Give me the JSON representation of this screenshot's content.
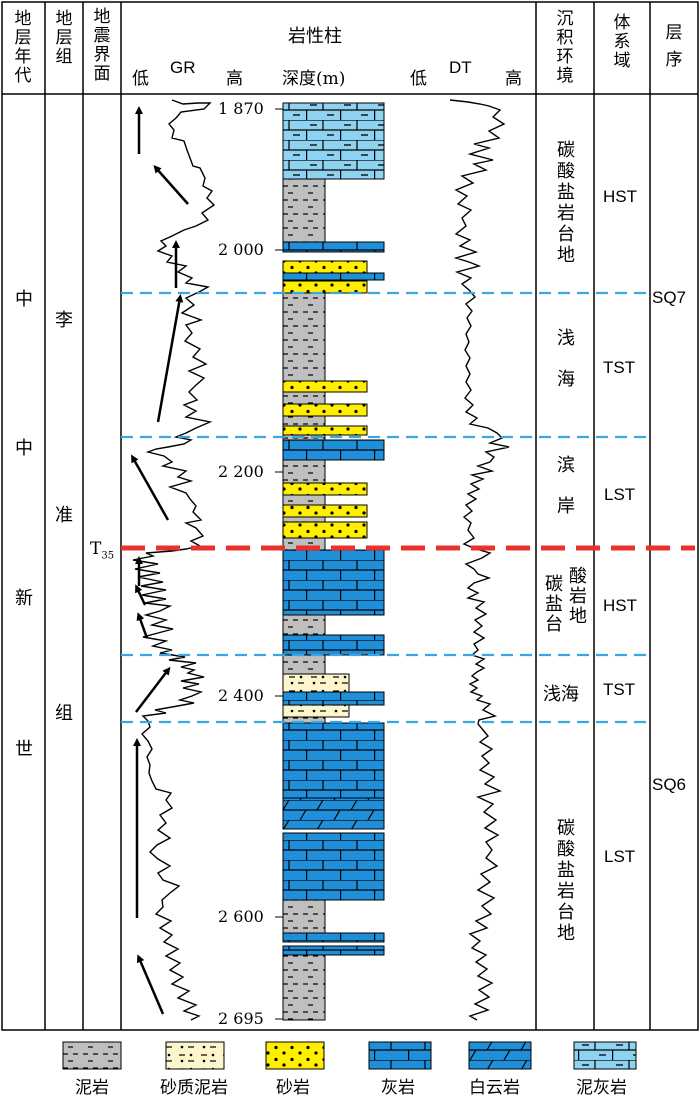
{
  "headers": {
    "era": [
      "地",
      "层",
      "年",
      "代"
    ],
    "formation": [
      "地",
      "层",
      "组"
    ],
    "seismic": [
      "地",
      "震",
      "界",
      "面"
    ],
    "lithology": "岩性柱",
    "gr": "GR",
    "gr_low": "低",
    "gr_high": "高",
    "depth": "深度(m)",
    "dt": "DT",
    "dt_low": "低",
    "dt_high": "高",
    "environment": [
      "沉",
      "积",
      "环",
      "境"
    ],
    "systems_tract": [
      "体",
      "系",
      "域"
    ],
    "sequence": [
      "层",
      "序"
    ]
  },
  "era_chars": [
    "中",
    "中",
    "新",
    "世"
  ],
  "formation_chars": [
    "李",
    "准",
    "组"
  ],
  "boundary": {
    "label": "T",
    "subscript": "35",
    "color": "#e8322e"
  },
  "depth_labels": [
    "1 870",
    "2 000",
    "2 200",
    "2 400",
    "2 600",
    "2 695"
  ],
  "environments": {
    "env1": [
      "碳",
      "酸",
      "盐",
      "岩",
      "台",
      "地"
    ],
    "env2": [
      "浅",
      "海"
    ],
    "env3": [
      "滨",
      "岸"
    ],
    "env4_col1": [
      "碳",
      "盐",
      "台"
    ],
    "env4_col2": [
      "酸",
      "岩",
      "地"
    ],
    "env5": "浅海",
    "env6": [
      "碳",
      "酸",
      "盐",
      "岩",
      "台",
      "地"
    ]
  },
  "systems_tracts": [
    "HST",
    "TST",
    "LST",
    "HST",
    "TST",
    "LST"
  ],
  "sequences": [
    "SQ7",
    "SQ6"
  ],
  "legend": [
    {
      "key": "mudstone",
      "label": "泥岩"
    },
    {
      "key": "sandy_mudstone",
      "label": "砂质泥岩"
    },
    {
      "key": "sandstone",
      "label": "砂岩"
    },
    {
      "key": "limestone",
      "label": "灰岩"
    },
    {
      "key": "dolomite",
      "label": "白云岩"
    },
    {
      "key": "marly_limestone",
      "label": "泥灰岩"
    }
  ],
  "colors": {
    "mudstone": "#bfbfbf",
    "sandy_mudstone": "#fdf6cc",
    "sandstone": "#ffee00",
    "limestone": "#1e8fd8",
    "dolomite": "#1e8fd8",
    "marly_limestone": "#8fd3f2",
    "boundary_blue": "#3aa6e6"
  }
}
